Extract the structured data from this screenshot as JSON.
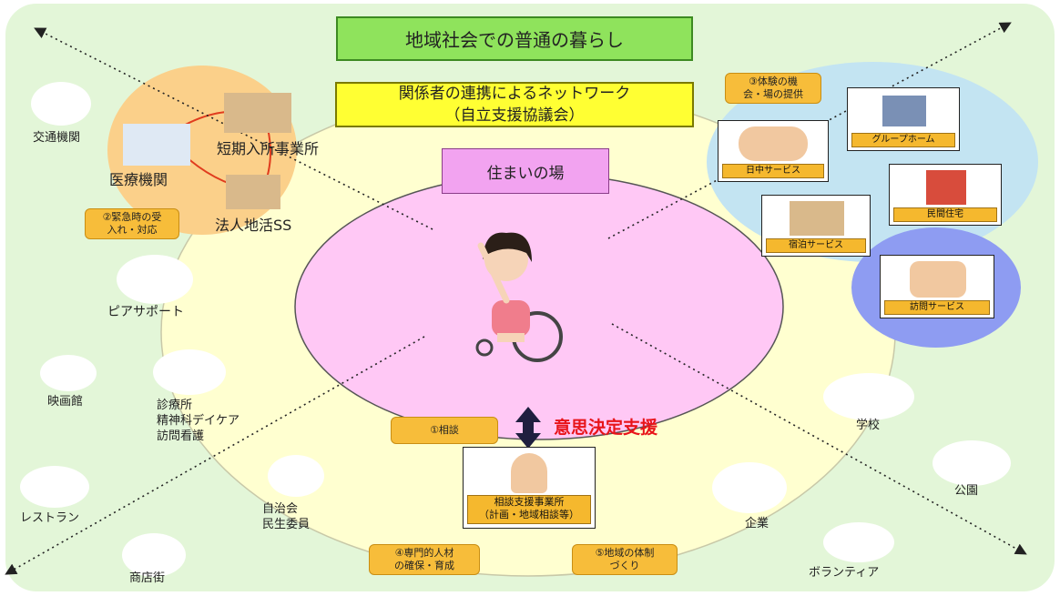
{
  "title": "地域社会での普通の暮らし",
  "network": {
    "line1": "関係者の連携によるネットワーク",
    "line2": "（自立支援協議会）"
  },
  "center_label": "住まいの場",
  "decision_support": "意思決定支援",
  "tags": {
    "experience_line1": "③体験の機",
    "experience_line2": "会・場の提供",
    "emergency_line1": "②緊急時の受",
    "emergency_line2": "入れ・対応",
    "consult": "①相談",
    "talent_line1": "④専門的人材",
    "talent_line2": "の確保・育成",
    "community_line1": "⑤地域の体制",
    "community_line2": "づくり"
  },
  "left_cluster": {
    "short_stay": "短期入所事業所",
    "medical": "医療機関",
    "corp_ss": "法人地活SS"
  },
  "housing_cards": {
    "group_home": "グループホーム",
    "day_service": "日中サービス",
    "private_housing": "民間住宅",
    "lodging_service": "宿泊サービス",
    "visiting_service": "訪問サービス"
  },
  "consult_office": {
    "line1": "相談支援事業所",
    "line2": "（計画・地域相談等）"
  },
  "community": {
    "transport": "交通機関",
    "peer_support": "ピアサポート",
    "cinema": "映画館",
    "clinic_line1": "診療所",
    "clinic_line2": "精神科デイケア",
    "clinic_line3": "訪問看護",
    "restaurant": "レストラン",
    "neighborhood_line1": "自治会",
    "neighborhood_line2": "民生委員",
    "shopping": "商店街",
    "school": "学校",
    "park": "公園",
    "company": "企業",
    "volunteer": "ボランティア"
  },
  "colors": {
    "background": "#e3f6d8",
    "outer_ring": "#ffffd0",
    "inner_circle": "#ffc8f5",
    "orange_cluster": "#fbd08a",
    "blue_cluster": "#c3e4f2",
    "purple_cluster": "#8e9cf2",
    "tag": "#f7bd3a",
    "decision_text": "#e8141a"
  }
}
